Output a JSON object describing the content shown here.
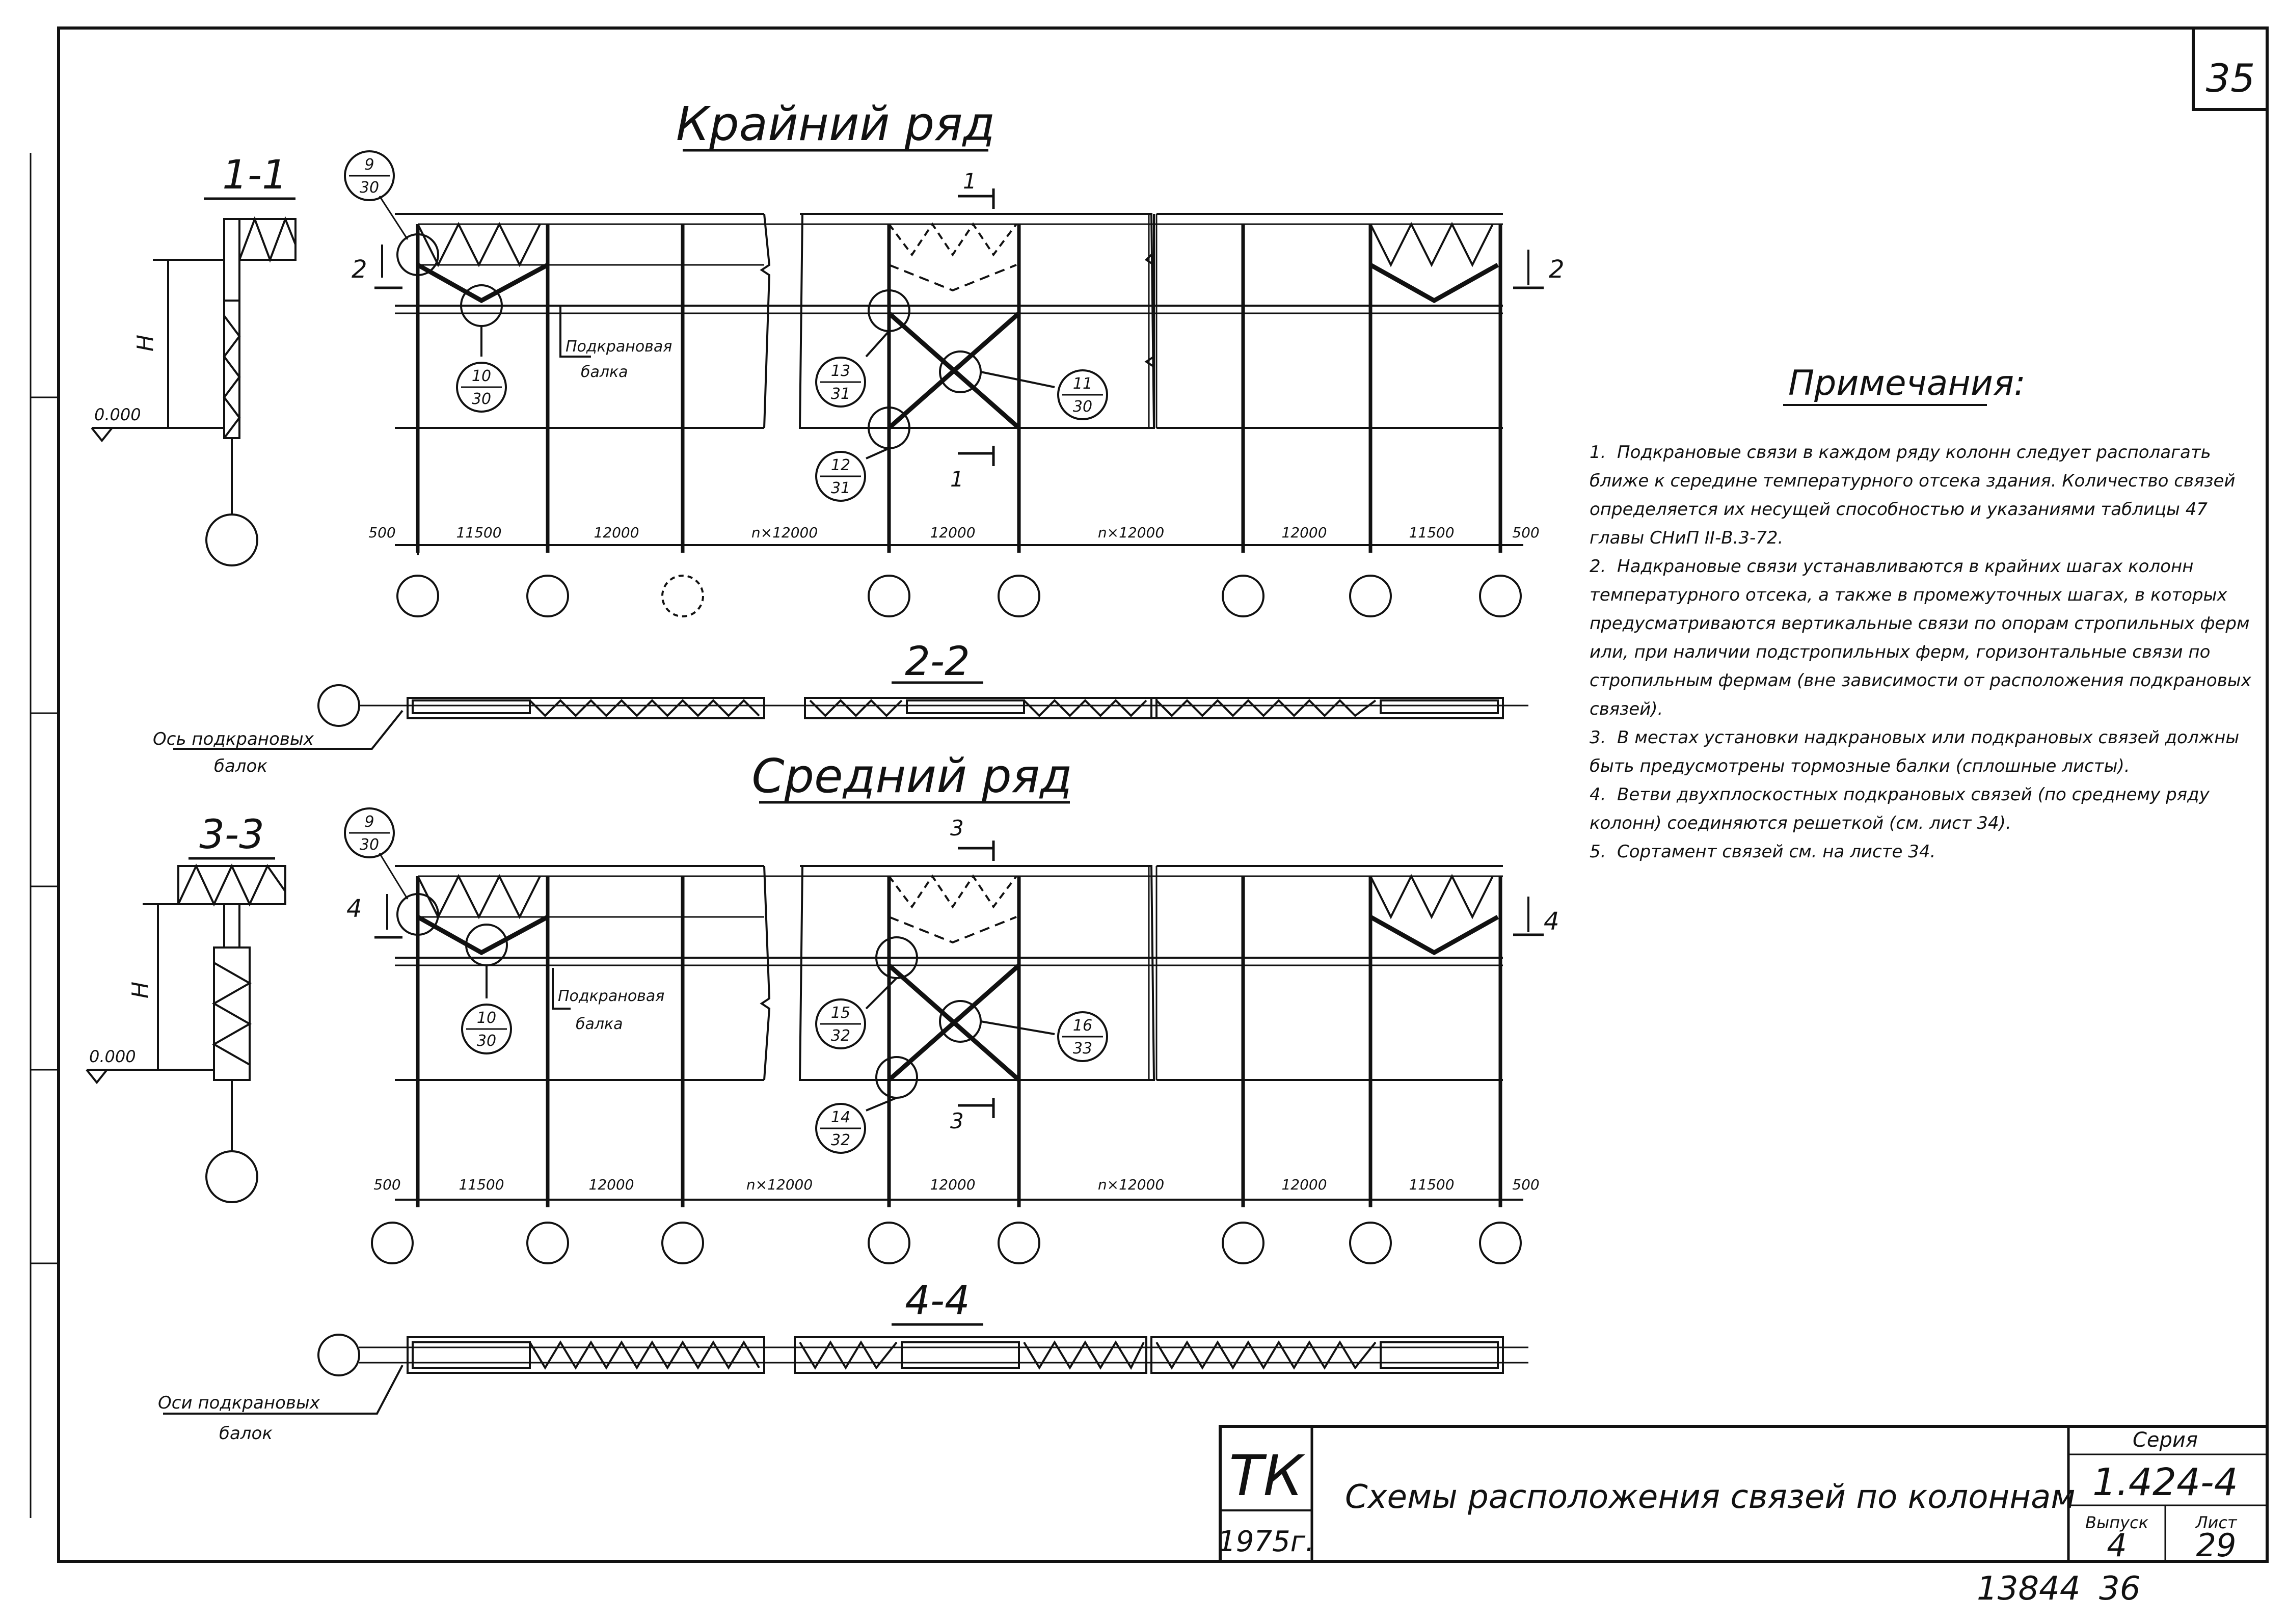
{
  "page_number": "35",
  "titles": {
    "outer_row": "Крайний ряд",
    "middle_row": "Средний ряд",
    "notes_title": "Примечания:"
  },
  "sections": {
    "s11": "1-1",
    "s22": "2-2",
    "s33": "3-3",
    "s44": "4-4",
    "cut1": "1",
    "cut2": "2",
    "cut3": "3",
    "cut4": "4"
  },
  "dims": {
    "outer": [
      "500",
      "11500",
      "12000",
      "n×12000",
      "12000",
      "n×12000",
      "12000",
      "11500",
      "500"
    ],
    "middle": [
      "500",
      "11500",
      "12000",
      "n×12000",
      "12000",
      "n×12000",
      "12000",
      "11500",
      "500"
    ],
    "level": "0.000",
    "height": "H"
  },
  "callouts": {
    "c9_30": [
      "9",
      "30"
    ],
    "c10_30": [
      "10",
      "30"
    ],
    "c13_31": [
      "13",
      "31"
    ],
    "c11_30": [
      "11",
      "30"
    ],
    "c12_31": [
      "12",
      "31"
    ],
    "c15_32": [
      "15",
      "32"
    ],
    "c16_33": [
      "16",
      "33"
    ],
    "c14_32": [
      "14",
      "32"
    ]
  },
  "labels": {
    "crane_beam_1": "Подкрановая",
    "crane_beam_2": "балка",
    "axis_beams_1": "Ось подкрановых",
    "axis_beams_2": "балок",
    "axes_beams_1": "Оси подкрановых",
    "axes_beams_2": "балок"
  },
  "notes": [
    "1.  Подкрановые связи в каждом ряду колонн следует располагать ближе к середине температурного отсека здания. Количество связей определяется их несущей способностью и указаниями таблицы 47 главы СНиП II-В.3-72.",
    "2.  Надкрановые связи устанавливаются в крайних шагах колонн температурного отсека, а также в промежуточных шагах, в которых предусматриваются вертикальные связи по опорам стропильных ферм или, при наличии подстропильных ферм, горизонтальные связи по стропильным фермам (вне зависимости от расположения подкрановых связей).",
    "3.  В местах установки надкрановых или подкрановых связей должны быть предусмотрены тормозные балки (сплошные листы).",
    "4.  Ветви двухплоскостных подкрановых связей (по среднему ряду колонн) соединяются решеткой (см. лист 34).",
    "5.  Сортамент связей см. на листе 34."
  ],
  "title_block": {
    "org": "ТК",
    "year": "1975г.",
    "title": "Схемы расположения связей по колоннам",
    "series_label": "Серия",
    "series": "1.424-4",
    "issue_label": "Выпуск",
    "issue": "4",
    "sheet_label": "Лист",
    "sheet": "29"
  },
  "bottom_numbers": {
    "inv": "13844",
    "num": "36"
  },
  "colors": {
    "ink": "#111111",
    "paper": "#ffffff"
  }
}
